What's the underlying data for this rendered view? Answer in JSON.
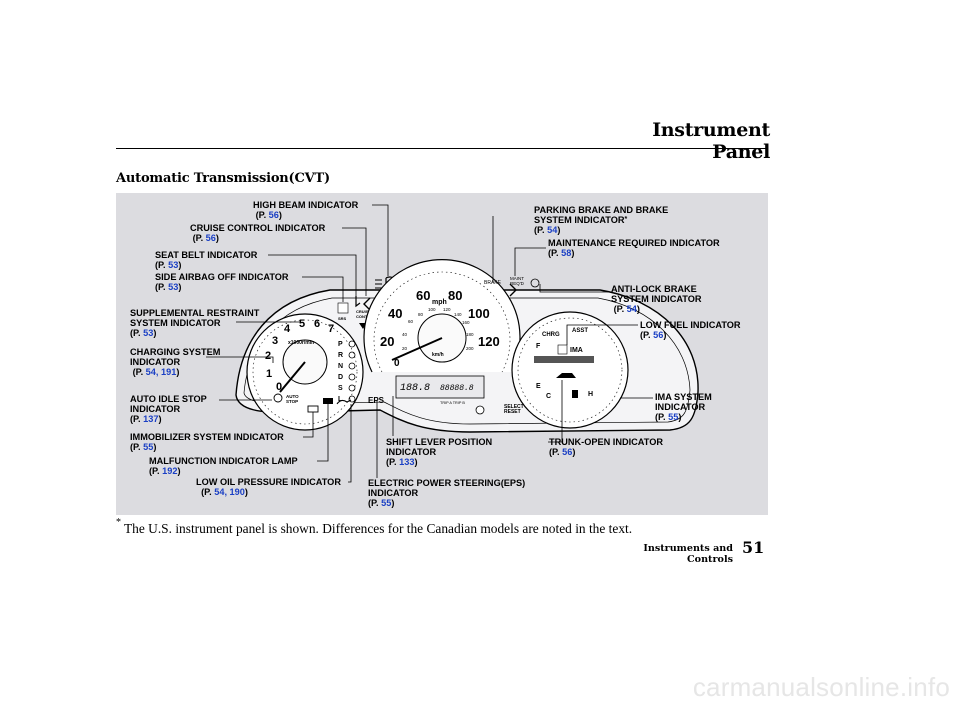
{
  "page": {
    "header_title": "Instrument Panel",
    "subtitle": "Automatic Transmission(CVT)",
    "footnote_marker": "*",
    "footnote": "The U.S. instrument panel is shown. Differences for the Canadian models are noted in the text.",
    "section": "Instruments and Controls",
    "page_number": "51",
    "watermark": "carmanualsonline.info"
  },
  "labels": [
    {
      "text": "HIGH BEAM INDICATOR",
      "line2": "",
      "ref_prefix": "(P. ",
      "pages": "56",
      "ref_suffix": ")"
    },
    {
      "text": "CRUISE CONTROL INDICATOR",
      "line2": "",
      "ref_prefix": "(P. ",
      "pages": "56",
      "ref_suffix": ")"
    },
    {
      "text": "SEAT BELT INDICATOR",
      "line2": "",
      "ref_prefix": "(P. ",
      "pages": "53",
      "ref_suffix": ")"
    },
    {
      "text": "SIDE AIRBAG OFF INDICATOR",
      "line2": "",
      "ref_prefix": "(P. ",
      "pages": "53",
      "ref_suffix": ")"
    },
    {
      "text": "SUPPLEMENTAL RESTRAINT",
      "line2": "SYSTEM INDICATOR",
      "ref_prefix": "(P. ",
      "pages": "53",
      "ref_suffix": ")"
    },
    {
      "text": "CHARGING SYSTEM",
      "line2": "INDICATOR",
      "ref_prefix": "(P. ",
      "pages": "54, 191",
      "ref_suffix": ")"
    },
    {
      "text": "AUTO IDLE STOP",
      "line2": "INDICATOR",
      "ref_prefix": "(P. ",
      "pages": "137",
      "ref_suffix": ")"
    },
    {
      "text": "IMMOBILIZER SYSTEM INDICATOR",
      "line2": "",
      "ref_prefix": "(P. ",
      "pages": "55",
      "ref_suffix": ")"
    },
    {
      "text": "MALFUNCTION INDICATOR LAMP",
      "line2": "",
      "ref_prefix": "(P. ",
      "pages": "192",
      "ref_suffix": ")"
    },
    {
      "text": "LOW OIL PRESSURE INDICATOR",
      "line2": "",
      "ref_prefix": "(P. ",
      "pages": "54, 190",
      "ref_suffix": ")"
    },
    {
      "text": "ELECTRIC POWER STEERING(EPS)",
      "line2": "INDICATOR",
      "ref_prefix": "(P. ",
      "pages": "55",
      "ref_suffix": ")"
    },
    {
      "text": "SHIFT LEVER POSITION",
      "line2": "INDICATOR",
      "ref_prefix": "(P. ",
      "pages": "133",
      "ref_suffix": ")"
    },
    {
      "text": "PARKING BRAKE AND BRAKE",
      "line2": "SYSTEM INDICATOR",
      "line2_marker": "*",
      "ref_prefix": "(P. ",
      "pages": "54",
      "ref_suffix": ")"
    },
    {
      "text": "MAINTENANCE REQUIRED INDICATOR",
      "line2": "",
      "ref_prefix": "(P. ",
      "pages": "58",
      "ref_suffix": ")"
    },
    {
      "text": "ANTI-LOCK BRAKE",
      "line2": "SYSTEM INDICATOR",
      "ref_prefix": "(P. ",
      "pages": "54",
      "ref_suffix": ")"
    },
    {
      "text": "LOW FUEL INDICATOR",
      "line2": "",
      "ref_prefix": "(P. ",
      "pages": "56",
      "ref_suffix": ")"
    },
    {
      "text": "IMA SYSTEM",
      "line2": "INDICATOR",
      "ref_prefix": "(P. ",
      "pages": "55",
      "ref_suffix": ")"
    },
    {
      "text": "TRUNK-OPEN INDICATOR",
      "line2": "",
      "ref_prefix": "(P. ",
      "pages": "56",
      "ref_suffix": ")"
    }
  ],
  "cluster": {
    "tach_numbers": [
      "0",
      "1",
      "2",
      "3",
      "4",
      "5",
      "6",
      "7"
    ],
    "tach_unit": "x1000r/min",
    "speed_mph": [
      "0",
      "20",
      "40",
      "60",
      "80",
      "100",
      "120"
    ],
    "mph_unit": "mph",
    "speed_kmh": [
      "20",
      "40",
      "60",
      "80",
      "100",
      "120",
      "140",
      "160",
      "180",
      "200"
    ],
    "kmh_unit": "km/h",
    "gears": [
      "P",
      "R",
      "N",
      "D",
      "S",
      "L"
    ],
    "auto_stop": [
      "AUTO",
      "STOP"
    ],
    "eps_text": "EPS",
    "brake_text": "BRAKE",
    "maint_text": [
      "MAINT",
      "REQ'D"
    ],
    "odometer": "188.8",
    "trip_digits": "88888.8",
    "trip_text": "TRIP A TRIP B",
    "select_reset": [
      "SELECT",
      "RESET"
    ],
    "ima_text": "IMA",
    "chrg": "CHRG",
    "asst": "ASST",
    "fuel_f": "F",
    "fuel_e": "E",
    "temp_c": "C",
    "temp_h": "H",
    "cruise_text": [
      "CRUISE",
      "CONTROL"
    ]
  }
}
